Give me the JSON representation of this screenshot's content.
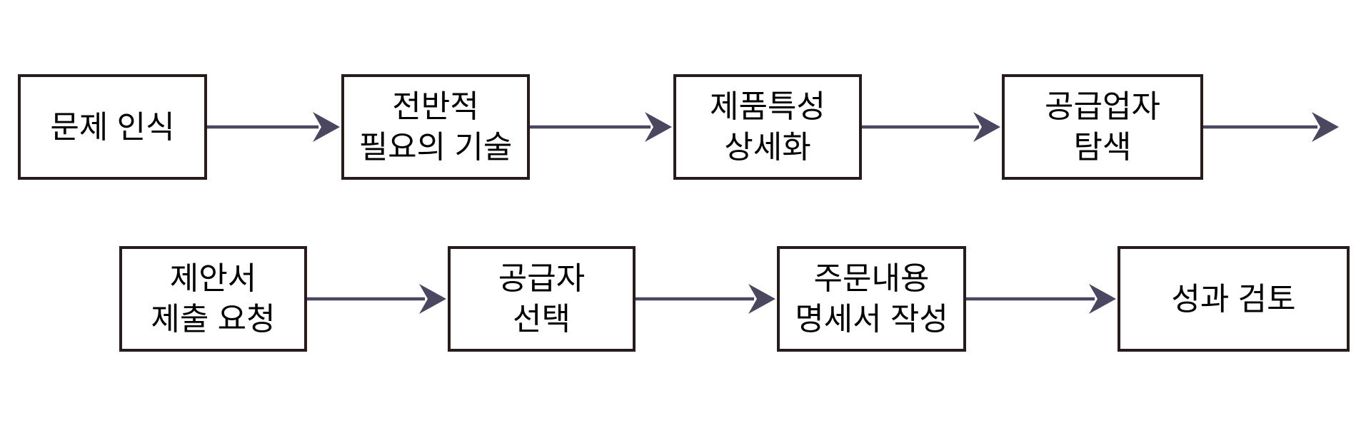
{
  "flowchart": {
    "description_lang": "ko",
    "colors": {
      "border": "#261c1b",
      "arrow": "#4b4760",
      "text": "#000000",
      "background": "#ffffff"
    },
    "steps": [
      {
        "id": "problem-recognition",
        "lines": [
          "문제 인식"
        ]
      },
      {
        "id": "general-need-description",
        "lines": [
          "전반적",
          "필요의 기술"
        ]
      },
      {
        "id": "product-spec-detailing",
        "lines": [
          "제품특성",
          "상세화"
        ]
      },
      {
        "id": "supplier-search",
        "lines": [
          "공급업자",
          "탐색"
        ]
      },
      {
        "id": "proposal-submission-request",
        "lines": [
          "제안서",
          "제출 요청"
        ]
      },
      {
        "id": "supplier-selection",
        "lines": [
          "공급자",
          "선택"
        ]
      },
      {
        "id": "order-spec-writing",
        "lines": [
          "주문내용",
          "명세서 작성"
        ]
      },
      {
        "id": "performance-review",
        "lines": [
          "성과 검토"
        ]
      }
    ]
  }
}
